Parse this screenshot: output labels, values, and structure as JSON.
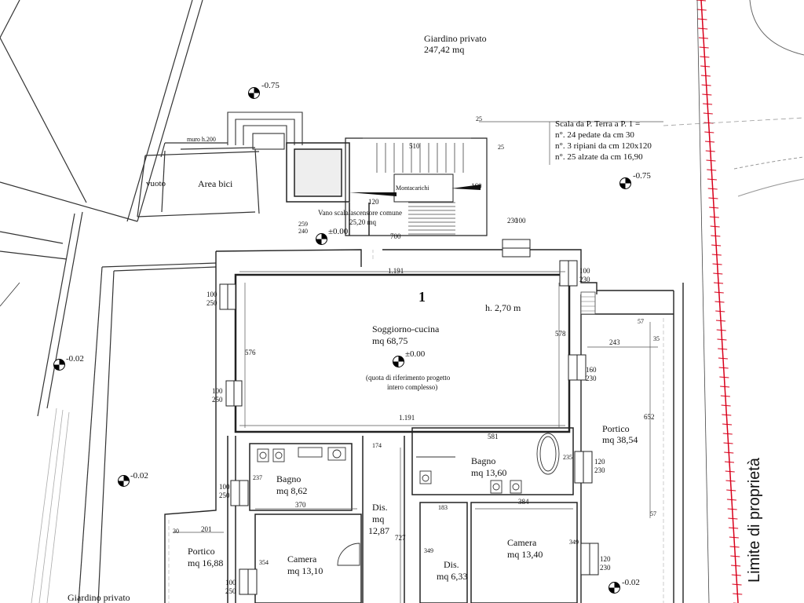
{
  "garden_top": {
    "name": "Giardino privato",
    "area": "247,42 mq"
  },
  "garden_bottom": {
    "name": "Giardino privato"
  },
  "stair_note": {
    "title": "Scala da P. Terra a P. 1 =",
    "line1": "n°. 24 pedate da cm 30",
    "line2": "n°. 3 ripiani da cm 120x120",
    "line3": "n°. 25 alzate da cm 16,90"
  },
  "level_markers": [
    {
      "id": "top-left",
      "label": "-0.75"
    },
    {
      "id": "right",
      "label": "-0.75"
    },
    {
      "id": "stair",
      "label": "±0.00"
    },
    {
      "id": "living",
      "label": "±0.00"
    },
    {
      "id": "left",
      "label": "-0.02"
    },
    {
      "id": "left-lower",
      "label": "-0.02"
    },
    {
      "id": "bottom-right",
      "label": "-0.02"
    }
  ],
  "labels": {
    "muro": "muro h.200",
    "vuoto": "vuoto",
    "area_bici": "Area bici",
    "vano_title": "Vano scala/ascensore comune",
    "vano_area": "25,20 mq",
    "montacarichi": "Montacarichi",
    "unit_number": "1",
    "height": "h. 2,70 m",
    "soggiorno": "Soggiorno-cucina",
    "soggiorno_area": "mq 68,75",
    "note1": "(quota di riferimento progetto",
    "note2": "intero complesso)",
    "portico_right": "Portico",
    "portico_right_area": "mq 38,54",
    "bagno2": "Bagno",
    "bagno2_area": "mq 13,60",
    "bagno1": "Bagno",
    "bagno1_area": "mq 8,62",
    "dis1": "Dis.",
    "dis1_mq": "mq",
    "dis1_area": "12,87",
    "camera1": "Camera",
    "camera1_area": "mq 13,10",
    "camera2": "Camera",
    "camera2_area": "mq 13,40",
    "dis2": "Dis.",
    "dis2_area": "mq 6,33",
    "portico_left": "Portico",
    "portico_left_area": "mq 16,88",
    "limite": "Limite di proprietà"
  },
  "dims": {
    "d25a": "25",
    "d25b": "25",
    "d510": "510",
    "d120": "120",
    "d160": "160",
    "d700": "700",
    "d100a": "100",
    "d230a": "230",
    "d259": "259",
    "d240": "240",
    "d1191a": "1.191",
    "d1191b": "1.191",
    "d100b": "100",
    "d250b": "250",
    "d100c": "100",
    "d250c": "250",
    "d576": "576",
    "d578": "578",
    "d100d": "100",
    "d230d": "230",
    "d57a": "57",
    "d35": "35",
    "d243": "243",
    "d160b": "160",
    "d230e": "230",
    "d652": "652",
    "d581": "581",
    "d174": "174",
    "d235": "235",
    "d120f": "120",
    "d230f": "230",
    "d237": "237",
    "d370": "370",
    "d100g": "100",
    "d250g": "250",
    "d183": "183",
    "d384": "384",
    "d201": "201",
    "d30": "30",
    "d727": "727",
    "d349a": "349",
    "d349b": "349",
    "d354": "354",
    "d57b": "57",
    "d120h": "120",
    "d230h": "230",
    "d100i": "100",
    "d250i": "250"
  }
}
